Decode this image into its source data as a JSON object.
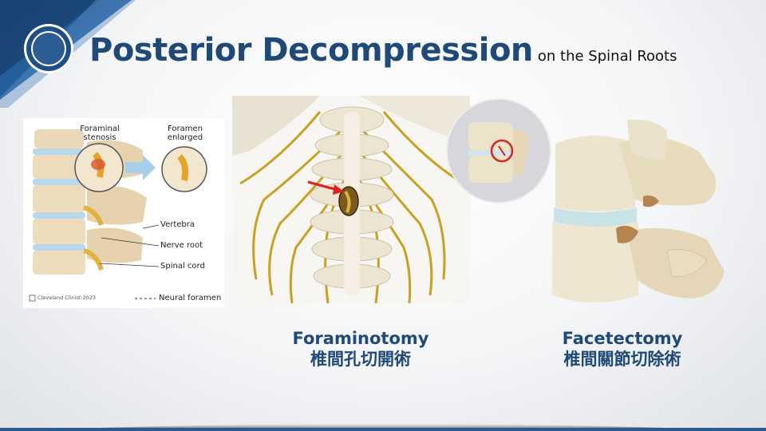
{
  "slide": {
    "title": "Posterior Decompression",
    "subtitle": "on the Spinal Roots",
    "accent_color": "#1f4a78"
  },
  "figure_left": {
    "label_foraminal_stenosis": "Foraminal stenosis",
    "label_foramen_enlarged": "Foramen enlarged",
    "label_vertebra": "Vertebra",
    "label_nerve_root": "Nerve root",
    "label_spinal_cord": "Spinal cord",
    "label_neural_foramen": "Neural foramen",
    "credit_org": "Cleveland Clinic",
    "credit_year": "©2023"
  },
  "captions": {
    "foraminotomy_en": "Foraminotomy",
    "foraminotomy_zh": "椎間孔切開術",
    "facetectomy_en": "Facetectomy",
    "facetectomy_zh": "椎間關節切除術"
  }
}
